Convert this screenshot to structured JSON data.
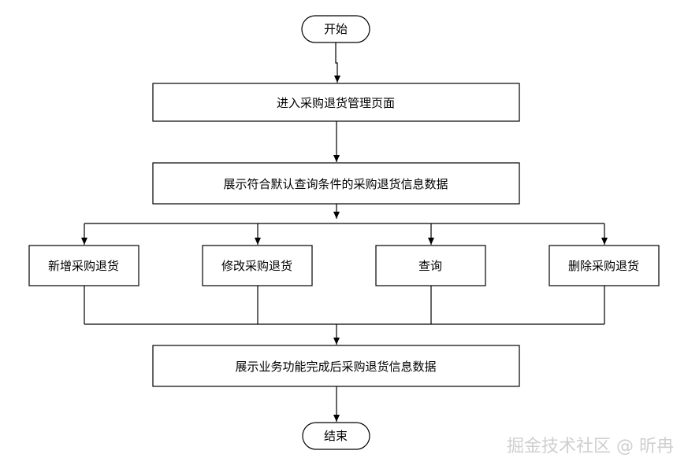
{
  "flowchart": {
    "start": "开始",
    "step1": "进入采购退货管理页面",
    "step2": "展示符合默认查询条件的采购退货信息数据",
    "branches": [
      "新增采购退货",
      "修改采购退货",
      "查询",
      "删除采购退货"
    ],
    "step3": "展示业务功能完成后采购退货信息数据",
    "end": "结束"
  },
  "watermark": "掘金技术社区 @ 昕冉"
}
